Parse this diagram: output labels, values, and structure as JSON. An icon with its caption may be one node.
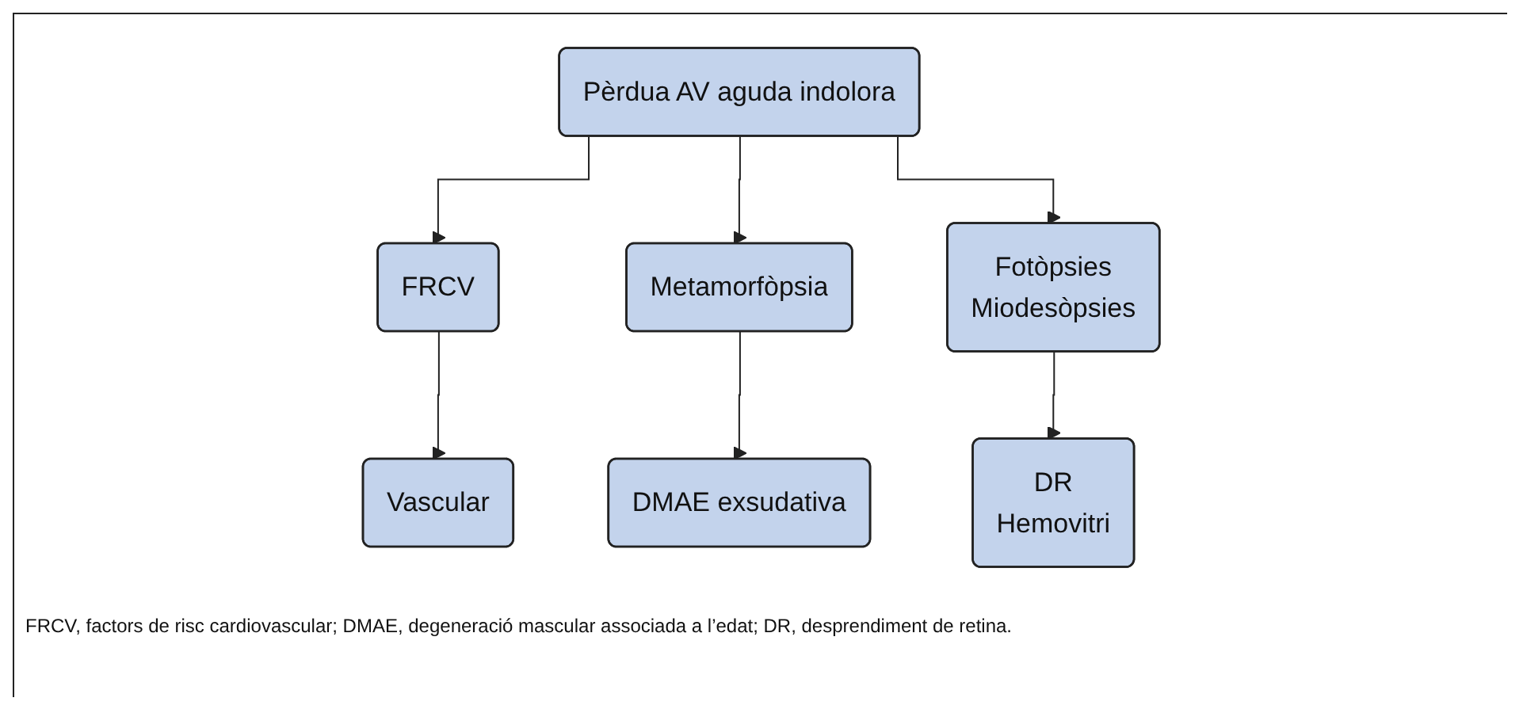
{
  "diagram": {
    "caption": "FRCV, factors de risc cardiovascular; DMAE, degeneració mascular associada a l’edat; DR, desprendiment de retina.",
    "nodes": [
      {
        "text": [
          "Pèrdua AV aguda indolora"
        ]
      },
      {
        "text": [
          "FRCV"
        ]
      },
      {
        "text": [
          "Metamorfòpsia"
        ]
      },
      {
        "text": [
          "Fotòpsies",
          "Miodesòpsies"
        ]
      },
      {
        "text": [
          "Vascular"
        ]
      },
      {
        "text": [
          "DMAE exsudativa"
        ]
      },
      {
        "text": [
          "DR",
          "Hemovitri"
        ]
      }
    ],
    "edges": [
      {
        "from": 0,
        "to": 1,
        "arrow": "to"
      },
      {
        "from": 0,
        "to": 2,
        "arrow": "to"
      },
      {
        "from": 0,
        "to": 3,
        "arrow": "to"
      },
      {
        "from": 1,
        "to": 4,
        "arrow": "to"
      },
      {
        "from": 2,
        "to": 5,
        "arrow": "to"
      },
      {
        "from": 3,
        "to": 6,
        "arrow": "to"
      }
    ]
  }
}
